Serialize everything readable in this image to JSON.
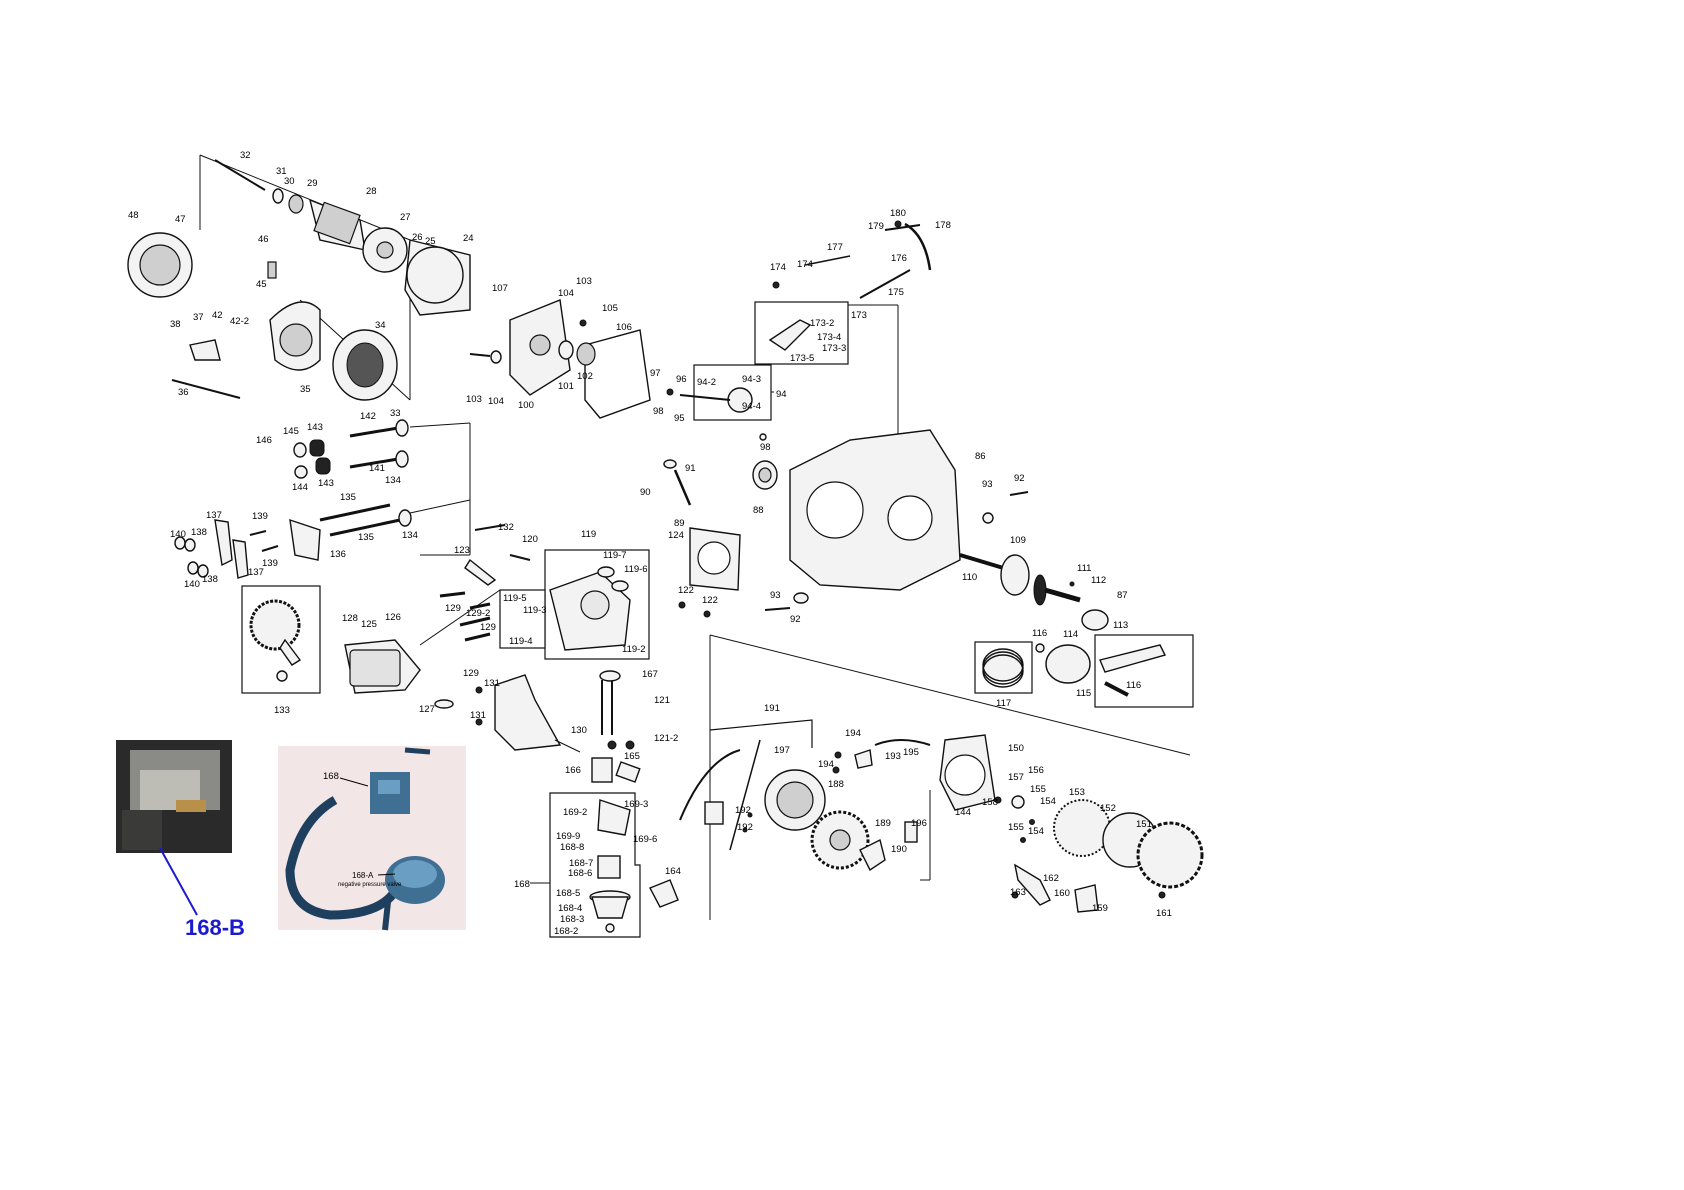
{
  "diagram": {
    "labels": {
      "p32": "32",
      "p31": "31",
      "p30": "30",
      "p29": "29",
      "p28": "28",
      "p27": "27",
      "p26": "26",
      "p25": "25",
      "p24": "24",
      "p48": "48",
      "p47": "47",
      "p46": "46",
      "p45": "45",
      "p38": "38",
      "p37": "37",
      "p42": "42",
      "p42_2": "42-2",
      "p34": "34",
      "p35": "35",
      "p36": "36",
      "p33": "33",
      "p107": "107",
      "p104a": "104",
      "p103a": "103",
      "p105": "105",
      "p106": "106",
      "p103b": "103",
      "p104b": "104",
      "p100": "100",
      "p101": "101",
      "p102": "102",
      "p97": "97",
      "p96": "96",
      "p98a": "98",
      "p95": "95",
      "p94_2": "94-2",
      "p94_3": "94-3",
      "p94": "94",
      "p94_4": "94-4",
      "p98b": "98",
      "p180": "180",
      "p179": "179",
      "p178": "178",
      "p177": "177",
      "p174a": "174",
      "p174b": "174",
      "p176": "176",
      "p175": "175",
      "p173": "173",
      "p173_2": "173-2",
      "p173_4": "173-4",
      "p173_3": "173-3",
      "p173_5": "173-5",
      "p142": "142",
      "p146": "146",
      "p145": "145",
      "p143a": "143",
      "p141": "141",
      "p144a": "144",
      "p143b": "143",
      "p134a": "134",
      "p135a": "135",
      "p135b": "135",
      "p134b": "134",
      "p137a": "137",
      "p139a": "139",
      "p140a": "140",
      "p138a": "138",
      "p136": "136",
      "p139b": "139",
      "p137b": "137",
      "p140b": "140",
      "p138b": "138",
      "p91": "91",
      "p90": "90",
      "p89": "89",
      "p88": "88",
      "p86": "86",
      "p93a": "93",
      "p92a": "92",
      "p132": "132",
      "p120": "120",
      "p119": "119",
      "p119_7": "119-7",
      "p119_6": "119-6",
      "p123": "123",
      "p124": "124",
      "p119_5": "119-5",
      "p119_3": "119-3",
      "p119_4": "119-4",
      "p119_2": "119-2",
      "p122a": "122",
      "p122b": "122",
      "p93b": "93",
      "p92b": "92",
      "p109": "109",
      "p110": "110",
      "p111": "111",
      "p112": "112",
      "p87": "87",
      "p128": "128",
      "p125": "125",
      "p126": "126",
      "p129a": "129",
      "p129_2": "129-2",
      "p129b": "129",
      "p129c": "129",
      "p133": "133",
      "p116a": "116",
      "p114": "114",
      "p113": "113",
      "p117": "117",
      "p115": "115",
      "p116b": "116",
      "p131a": "131",
      "p131b": "131",
      "p127": "127",
      "p130": "130",
      "p167": "167",
      "p121": "121",
      "p121_2": "121-2",
      "p166": "166",
      "p165": "165",
      "p191": "191",
      "p194a": "194",
      "p193": "193",
      "p195": "195",
      "p194b": "194",
      "p150": "150",
      "p197": "197",
      "p188": "188",
      "p144b": "144",
      "p157": "157",
      "p156": "156",
      "p158": "158",
      "p155a": "155",
      "p154a": "154",
      "p155b": "155",
      "p154b": "154",
      "p153": "153",
      "p152": "152",
      "p151": "151",
      "p169_2": "169-2",
      "p169_3": "169-3",
      "p169_9": "169-9",
      "p168_8": "168-8",
      "p168_7": "168-7",
      "p168_6": "168-6",
      "p169_6": "169-6",
      "p168_5": "168-5",
      "p168_4": "168-4",
      "p168_3": "168-3",
      "p168_2": "168-2",
      "p168": "168",
      "p164": "164",
      "p192a": "192",
      "p192b": "192",
      "p189": "189",
      "p190": "190",
      "p196": "196",
      "p162": "162",
      "p160": "160",
      "p159": "159",
      "p163": "163",
      "p161": "161",
      "photo_168": "168",
      "photo_168A": "168-A",
      "photo_168A_note": "negative pressure valve",
      "p168B": "168-B"
    }
  }
}
